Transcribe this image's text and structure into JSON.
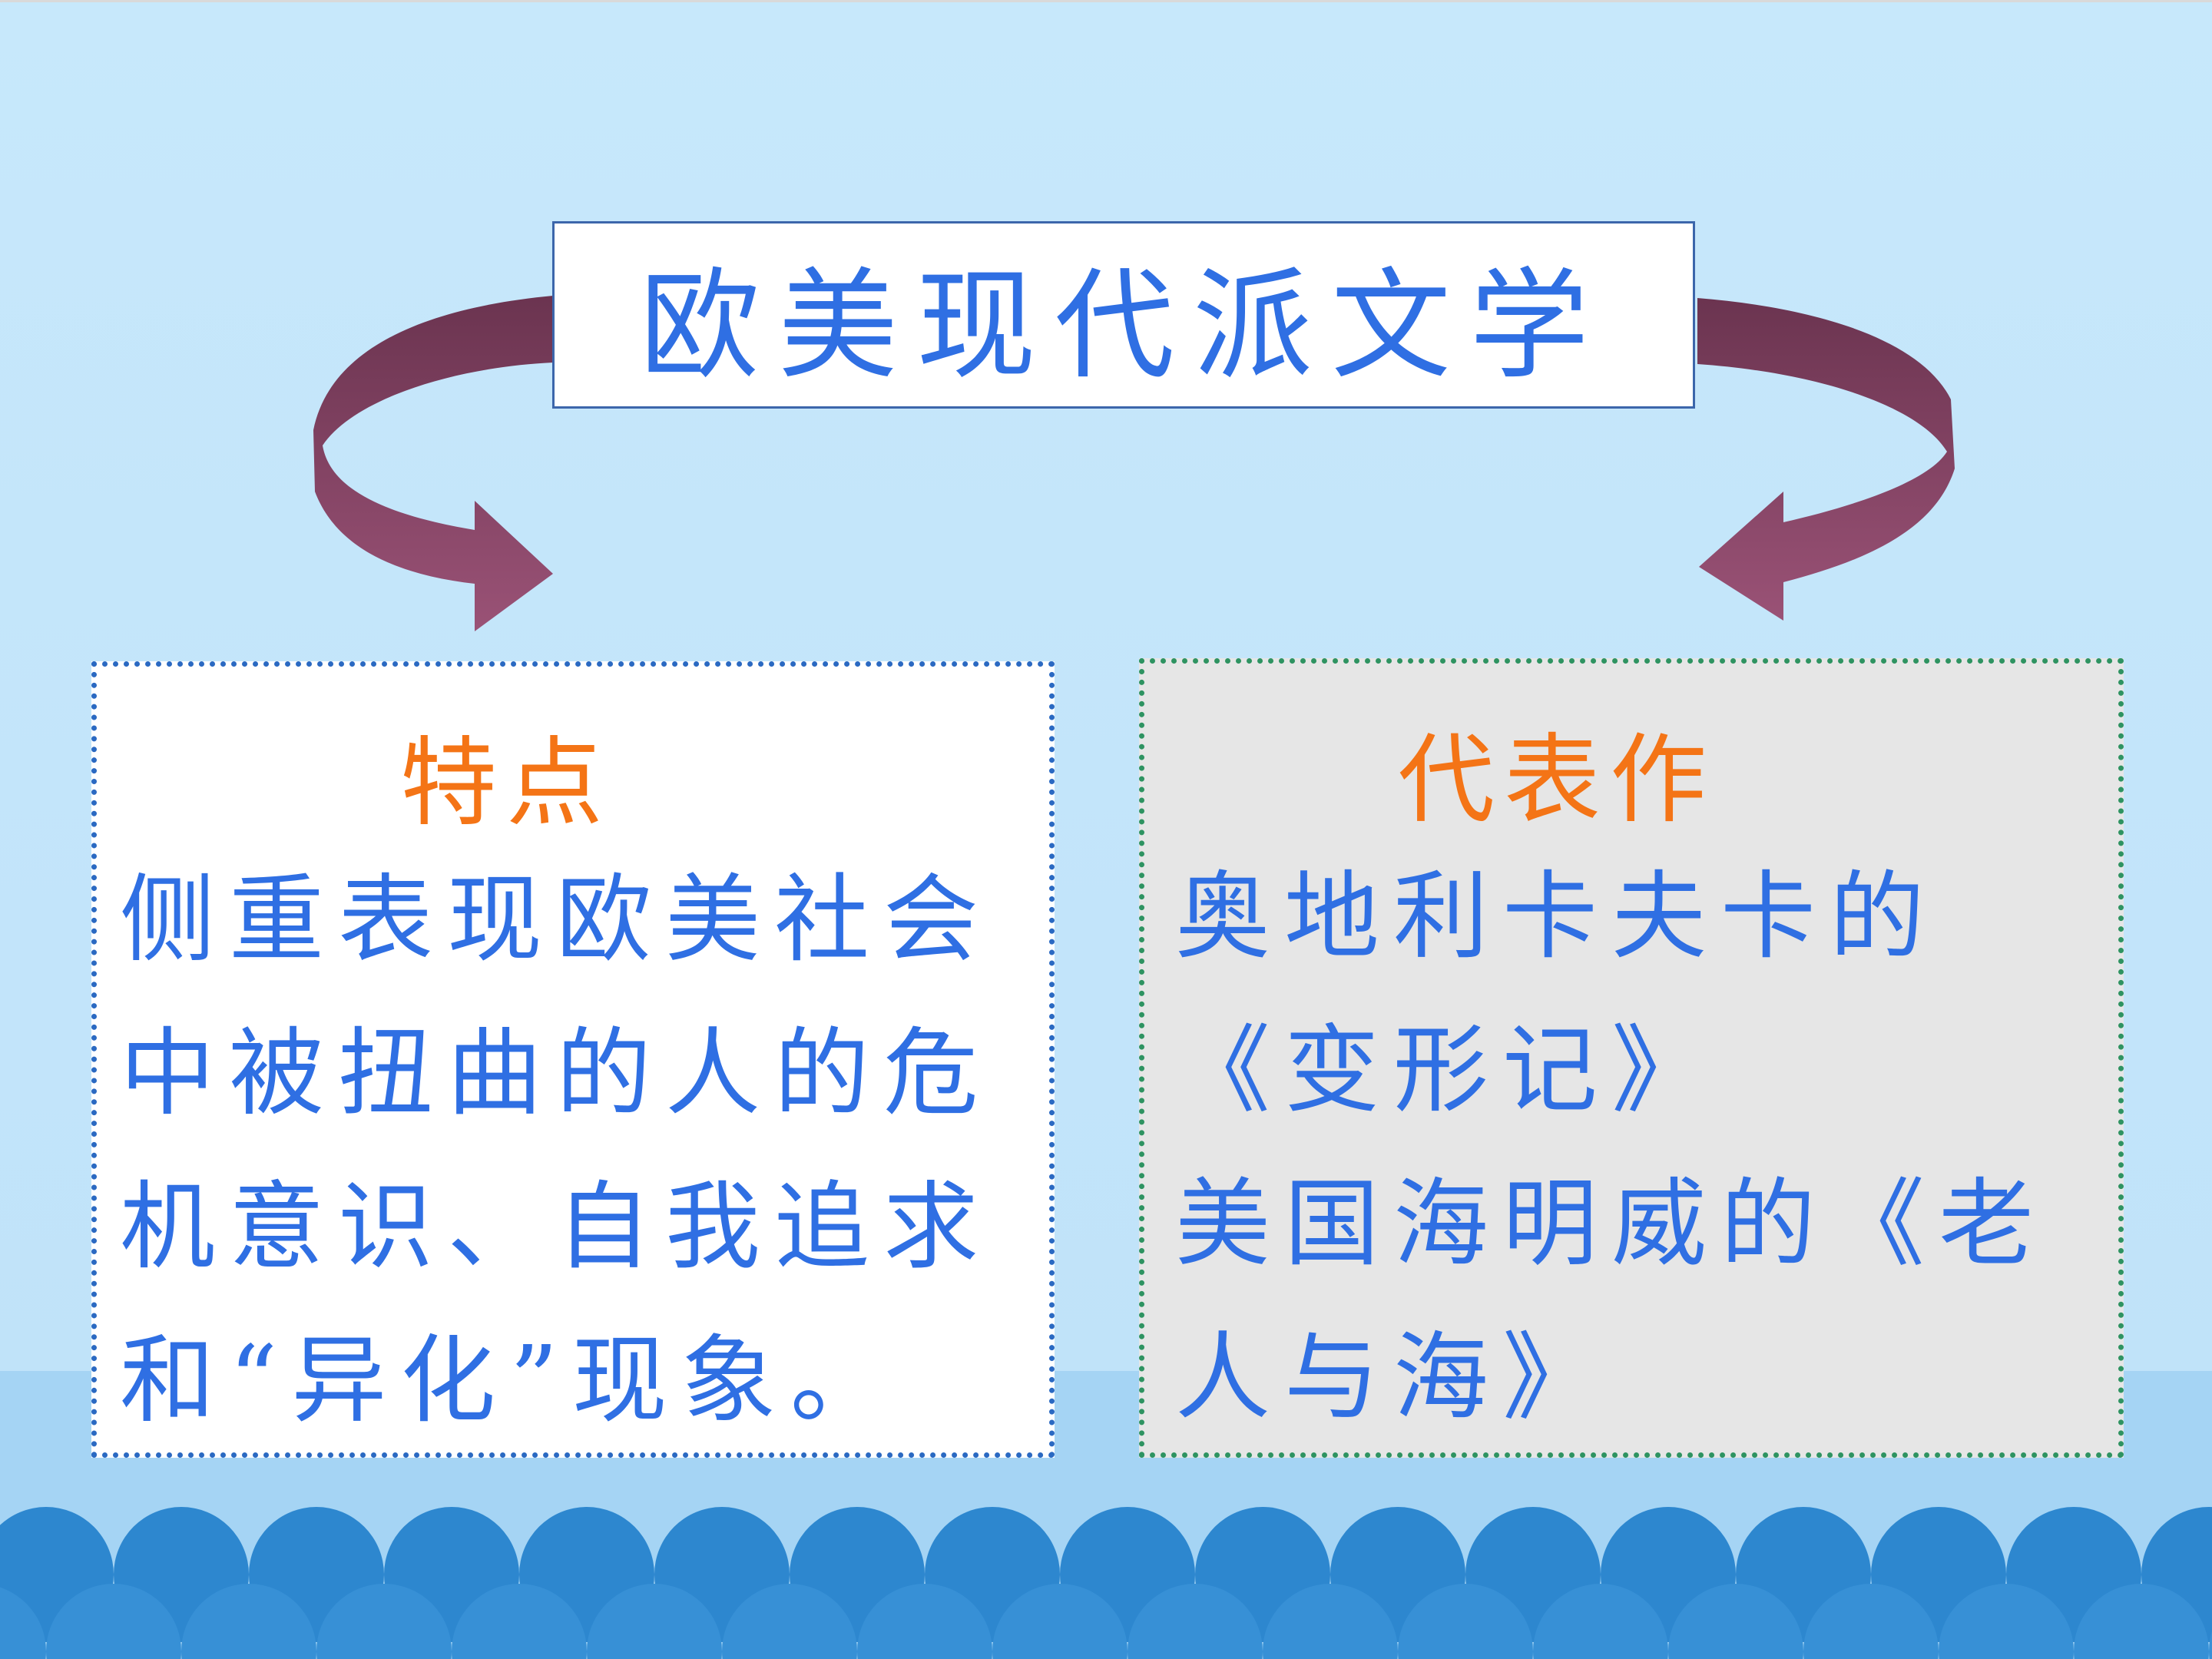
{
  "title": "欧美现代派文学",
  "left_panel": {
    "heading": "特点",
    "lines": [
      "侧重表现欧美社会",
      "中被扭曲的人的危",
      "机意识、自我追求",
      "和“异化”现象。"
    ]
  },
  "right_panel": {
    "heading": "代表作",
    "lines": [
      "奥地利卡夫卡的",
      "《变形记》",
      "美国海明威的《老",
      "人与海》"
    ]
  },
  "colors": {
    "background": "#c6e7fb",
    "title_text": "#2f6fe3",
    "heading_text": "#f47416",
    "body_text": "#2f6fe3",
    "arrow": "#8e4a6c",
    "left_border": "#2a69c2",
    "right_border": "#2e9361",
    "right_panel_fill": "#e6e6e6",
    "wave": "#2d87cf"
  }
}
